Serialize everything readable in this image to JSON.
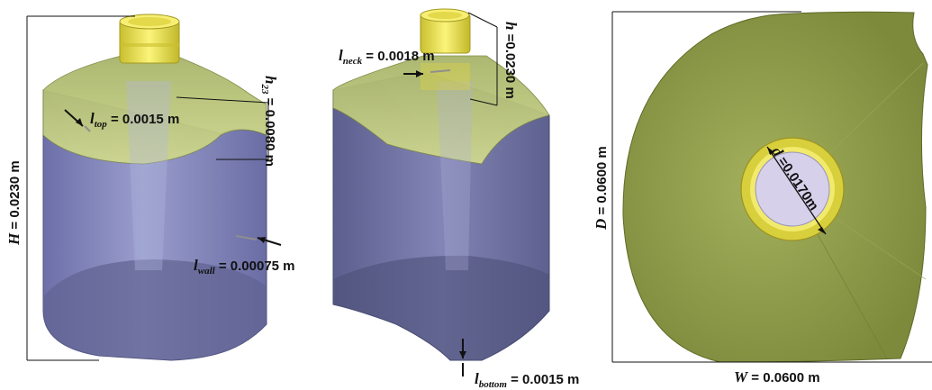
{
  "labels": {
    "H": {
      "sym": "H",
      "value": " = 0.0230 m"
    },
    "l_top": {
      "sym": "l",
      "sub": "top",
      "value": " = 0.0015 m"
    },
    "h23": {
      "sym": "h",
      "sub": "23",
      "value": " = 0.0080 m"
    },
    "l_wall": {
      "sym": "l",
      "sub": "wall",
      "value": " = 0.00075 m"
    },
    "l_neck": {
      "sym": "l",
      "sub": "neck",
      "value": " = 0.0018 m"
    },
    "h": {
      "sym": "h",
      "value": " =0.0230 m"
    },
    "l_bottom": {
      "sym": "l",
      "sub": "bottom",
      "value": " = 0.0015 m"
    },
    "D": {
      "sym": "D",
      "value": " = 0.0600 m"
    },
    "d": {
      "sym": "d",
      "value": " =0.0170m"
    },
    "W": {
      "sym": "W",
      "value": " = 0.0600 m"
    }
  },
  "colors": {
    "body_blue": "#7c7fb6",
    "top_green": "#b9c779",
    "neck_yellow": "#f2ea5e",
    "plate_olive": "#8e9a4a",
    "hole": "#d6d0ea"
  }
}
